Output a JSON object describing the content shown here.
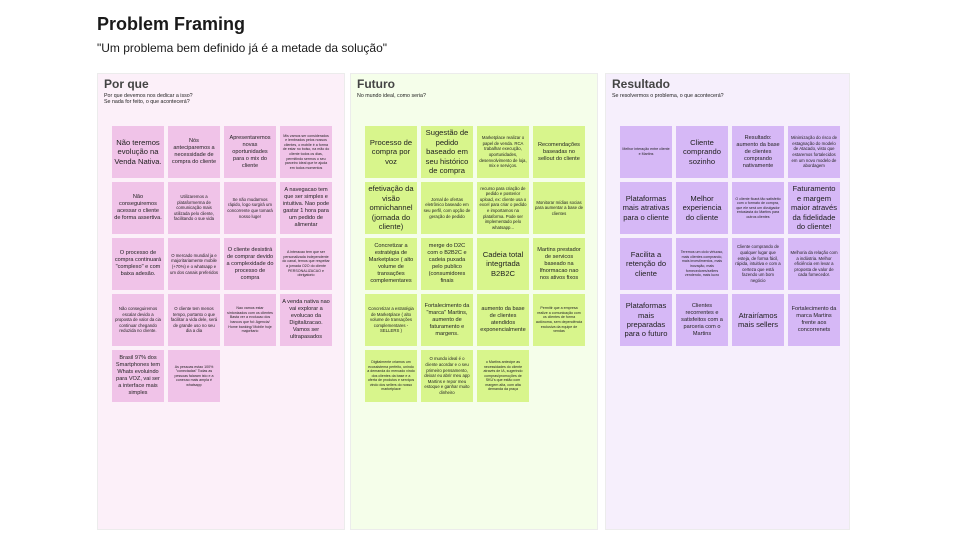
{
  "header": {
    "title": "Problem Framing",
    "subtitle": "\"Um problema bem definido já é a metade da solução\""
  },
  "colors": {
    "pink": "#f0c3e8",
    "green": "#d8f58c",
    "purple": "#d6b8f6"
  },
  "columns": [
    {
      "title": "Por que",
      "description": "Por que devemos nos dedicar a isso?\nSe nada for feito, o que acontecerá?",
      "notes": [
        "Não teremos evolução na Venda Nativa.",
        "Nós anteciparemos a necessidade de compra do cliente",
        "Apresentaremos novas oportunidades para o mix do cliente",
        "Mis vamos ser considerados e lembrados pelos nossos clientes, o mobile é a forma de estar no bolso, na mão do cliente todos os dias, permitindo sermos o seu parceiro ideal que te ajuda em todos momentos",
        "Não conseguiremos acessar o cliente de forma assertiva.",
        "Utilizaremos a plataformerma de comunicação mais utilizada pelo cliente, facilitando o sue vida",
        "Se não mudarmos rápido, logo surgirá um concorrente que tomará nosso luger",
        "A navegacao tem que ser simples e intuitiva. Nao pode gastar 1 hora para um pedido de alimentar",
        "O processo de compra continuará \"complexo\" e com baixa adesão.",
        "O mercado mundial ja e majoritariamente mobile (+70%) e o whatsapp e um dos canais preferidos",
        "O cliente desistirá de comprar devido a complexidade do processo de compra",
        "A interacao tem que ser personalizada independente do canal, temos que respeitar a jornada O2O do cliente PERSONALIZACAO e obrigatorio",
        "Não conseguiremos escalar devido a proposta de valor da cia continuar chegando reduzida no cliente.",
        "O cliente tem menos tempo, portanto o que facilitar a vida dele, será de grande uso no seu dia a dia",
        "Nao vamos estar sintonizados com os clientes Basta ver a evolucao dos bancos que foi: Agencia/ Home banking/ Mobile hoje majoritario",
        "A venda nativa nao vai explorar a evolucao da Digitalizacao. Vamos ser ultrapasados",
        "Brasil 97% dos Smartphones tem Whats evoluindo para VOZ, vai ser a interface mais simples",
        "As pessoas estao 100% \"conectadas\" Todas as pessoas falaram isto e a conexao mais ampla é whatsapp"
      ]
    },
    {
      "title": "Futuro",
      "description": "No mundo ideal, como seria?",
      "notes": [
        "Processo de compra por voz",
        "Sugestão de pedido baseado em seu histórico de compra",
        "Marketplace realizar o papel de venda. RCA trabalhar execução, oportunidades, desenvolvimento de loja, mix e serviços.",
        "Recomendações baseadas no sellout do cliente",
        "efetivação da visão omnichannel (jornada do cliente)",
        "Jornal de ofertas eletrônico baseado em seu perfil, com opção de geração de pedido",
        "recurso para criação de pedido e posterior upload, ex: cliente usa o excel para criar o pedido e importamos na plataforma. Pode ser implementado pelo whatsapp...",
        "Monitorar mídias socias para aumentar a base de clientes",
        "Concretizar a estratégia de Marketplace ( alto volume de transações complementares",
        "merge do D2C com o B2B2C e cadeia puxada pelo publico (consumidores finais",
        "Cadeia total integrtada B2B2C",
        "Martins prestador de servicos baseado na Ifnormacao nao nos ativos fixos",
        "Concretizar a estratégia de Marketplace ( alto volume de transações complementares - SELLERS )",
        "Fortalecimento da \"marca\" Martins, aumento de faturamento e margens.",
        "aumento da base de clientes atendidos exponencialmente",
        "Permitir que a empresa realize a comunicação com os clientes de forma autônoma, sem dependência exclusiva da equipe de vendas",
        "Digitalmente criamos um ecossistema perfeito, unindo a demanda do mercado vindo dos clientes da base e a oferta de produtos e serviços vindo dos sellers do nosso marketplace",
        "O mundo ideal é o cliente acordar e o seu primeiro pensamento, deixar eu abrir meu app Martins e repor meu estoque e ganhar muito dinheiro",
        "o Martins antecipe as necessidades do cliente através de IA, sugerindo compras/promoções de SKU's que estão com margem alta, com alta demanda da praça"
      ]
    },
    {
      "title": "Resultado",
      "description": "Se resolvermos o problema, o que acontecerá?",
      "notes": [
        "Melhor interação entre cliente e Martins",
        "Cliente comprando sozinho",
        "Resultado: aumento da base de clientes comprando nativamente",
        "Minimização do risco de estagnação do modelo de Atacado, visto que estaremos fortalecidos em um novo modelo de abordagem",
        "Plataformas mais atrativas para o cliente",
        "Melhor experiencia do cliente",
        "O cliente ficará tão satisfeito com o formato de compra, que ele será um divulgador entusiasta do Martins para outros clientes",
        "Faturamento e margem maior através da fidelidade do cliente!",
        "Facilita a retenção do cliente",
        "Teremos um ciclo virtuoso, mais clientes comprando, mais investimentos, mais inovação, mais fornecedores/sellers vendendo, mais lucro",
        "Cliente comprando de qualquer lugar que esteja, de forma fácil, rápida, intuitiva e com a certeza que está fazendo um bom negócio",
        "Melhoria da relação com a indústria. Melhor eficiência em levar a proposta de valor de cada fornecedor.",
        "Plataformas mais preparadas para o futuro",
        "Clientes recorrentes e satisfeitos com a parceria com o Martins",
        "Atrairíamos mais sellers",
        "Fortalecimento da marca Martins frente aos concorrenets"
      ]
    }
  ]
}
